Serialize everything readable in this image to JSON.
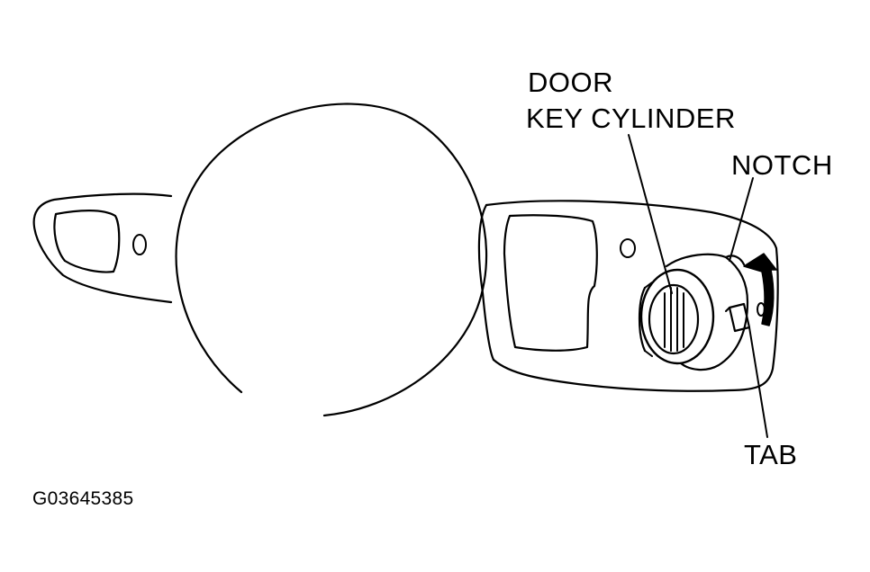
{
  "labels": {
    "door_key_cylinder_line1": "DOOR",
    "door_key_cylinder_line2": "KEY CYLINDER",
    "notch": "NOTCH",
    "tab": "TAB"
  },
  "figure_code": "G03645385",
  "colors": {
    "ink": "#000000",
    "background": "#ffffff"
  }
}
